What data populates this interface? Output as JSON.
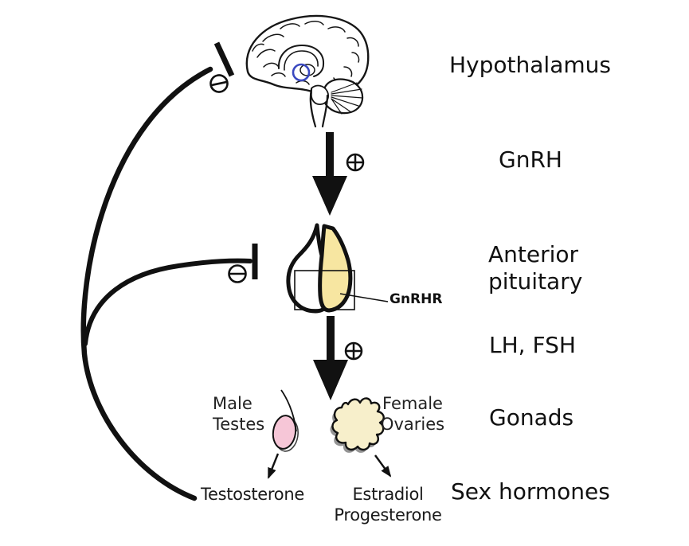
{
  "diagram": {
    "stage_labels": {
      "hypothalamus": "Hypothalamus",
      "gnrh": "GnRH",
      "anterior_pituitary_line1": "Anterior",
      "anterior_pituitary_line2": "pituitary",
      "lh_fsh": "LH, FSH",
      "gonads": "Gonads",
      "sex_hormones": "Sex hormones"
    },
    "annotations": {
      "gnrhr": "GnRHR",
      "male_gonad_line1": "Male",
      "male_gonad_line2": "Testes",
      "female_gonad_line1": "Female",
      "female_gonad_line2": "Ovaries",
      "male_hormone": "Testosterone",
      "female_hormone_line1": "Estradiol",
      "female_hormone_line2": "Progesterone"
    },
    "icons": {
      "stimulation": "plus-circle",
      "inhibition": "minus-circle"
    },
    "colors": {
      "anterior_pituitary_fill": "#f7e6a1",
      "ovary_fill": "#f7efcb",
      "testis_fill": "#f6c6d7",
      "hypothalamus_marker": "#3a49c0",
      "ink": "#111111"
    }
  }
}
